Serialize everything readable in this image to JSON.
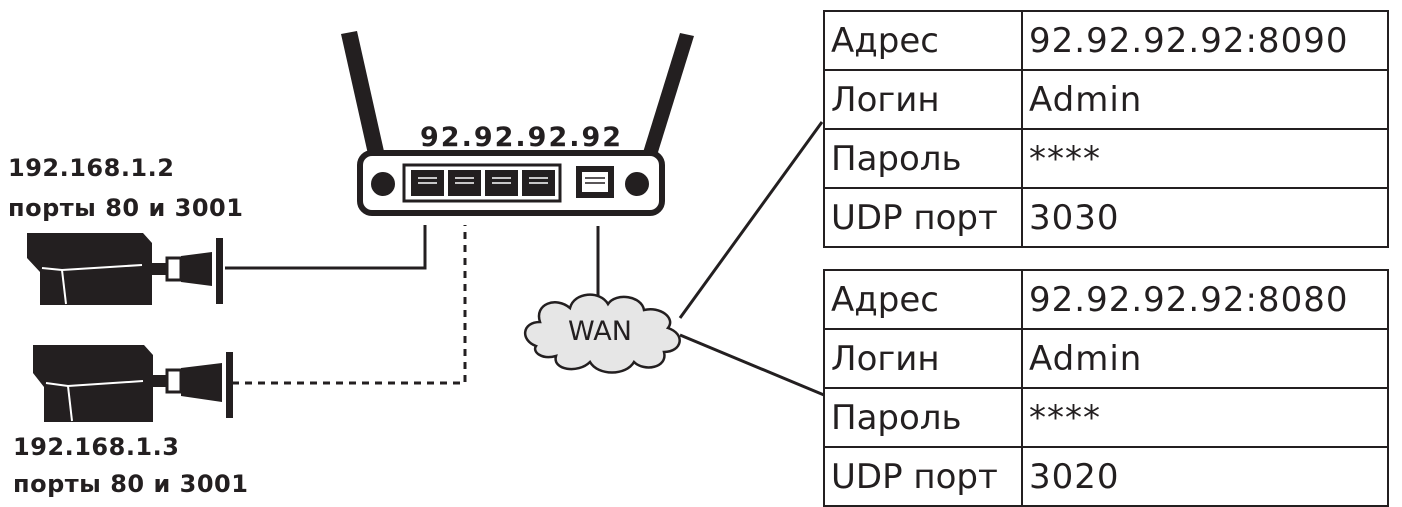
{
  "router": {
    "ip": "92.92.92.92"
  },
  "cameras": [
    {
      "ip": "192.168.1.2",
      "ports": "порты 80 и 3001"
    },
    {
      "ip": "192.168.1.3",
      "ports": "порты 80 и 3001"
    }
  ],
  "cloud": {
    "label": "WAN"
  },
  "tables": [
    {
      "rows": [
        {
          "key": "Адрес",
          "value": "92.92.92.92:8090"
        },
        {
          "key": "Логин",
          "value": "Admin"
        },
        {
          "key": "Пароль",
          "value": "****"
        },
        {
          "key": "UDP порт",
          "value": "3030"
        }
      ]
    },
    {
      "rows": [
        {
          "key": "Адрес",
          "value": "92.92.92.92:8080"
        },
        {
          "key": "Логин",
          "value": "Admin"
        },
        {
          "key": "Пароль",
          "value": "****"
        },
        {
          "key": "UDP порт",
          "value": "3020"
        }
      ]
    }
  ],
  "colors": {
    "ink": "#231f20",
    "cloud_fill": "#e6e6e6",
    "paper": "#ffffff"
  }
}
